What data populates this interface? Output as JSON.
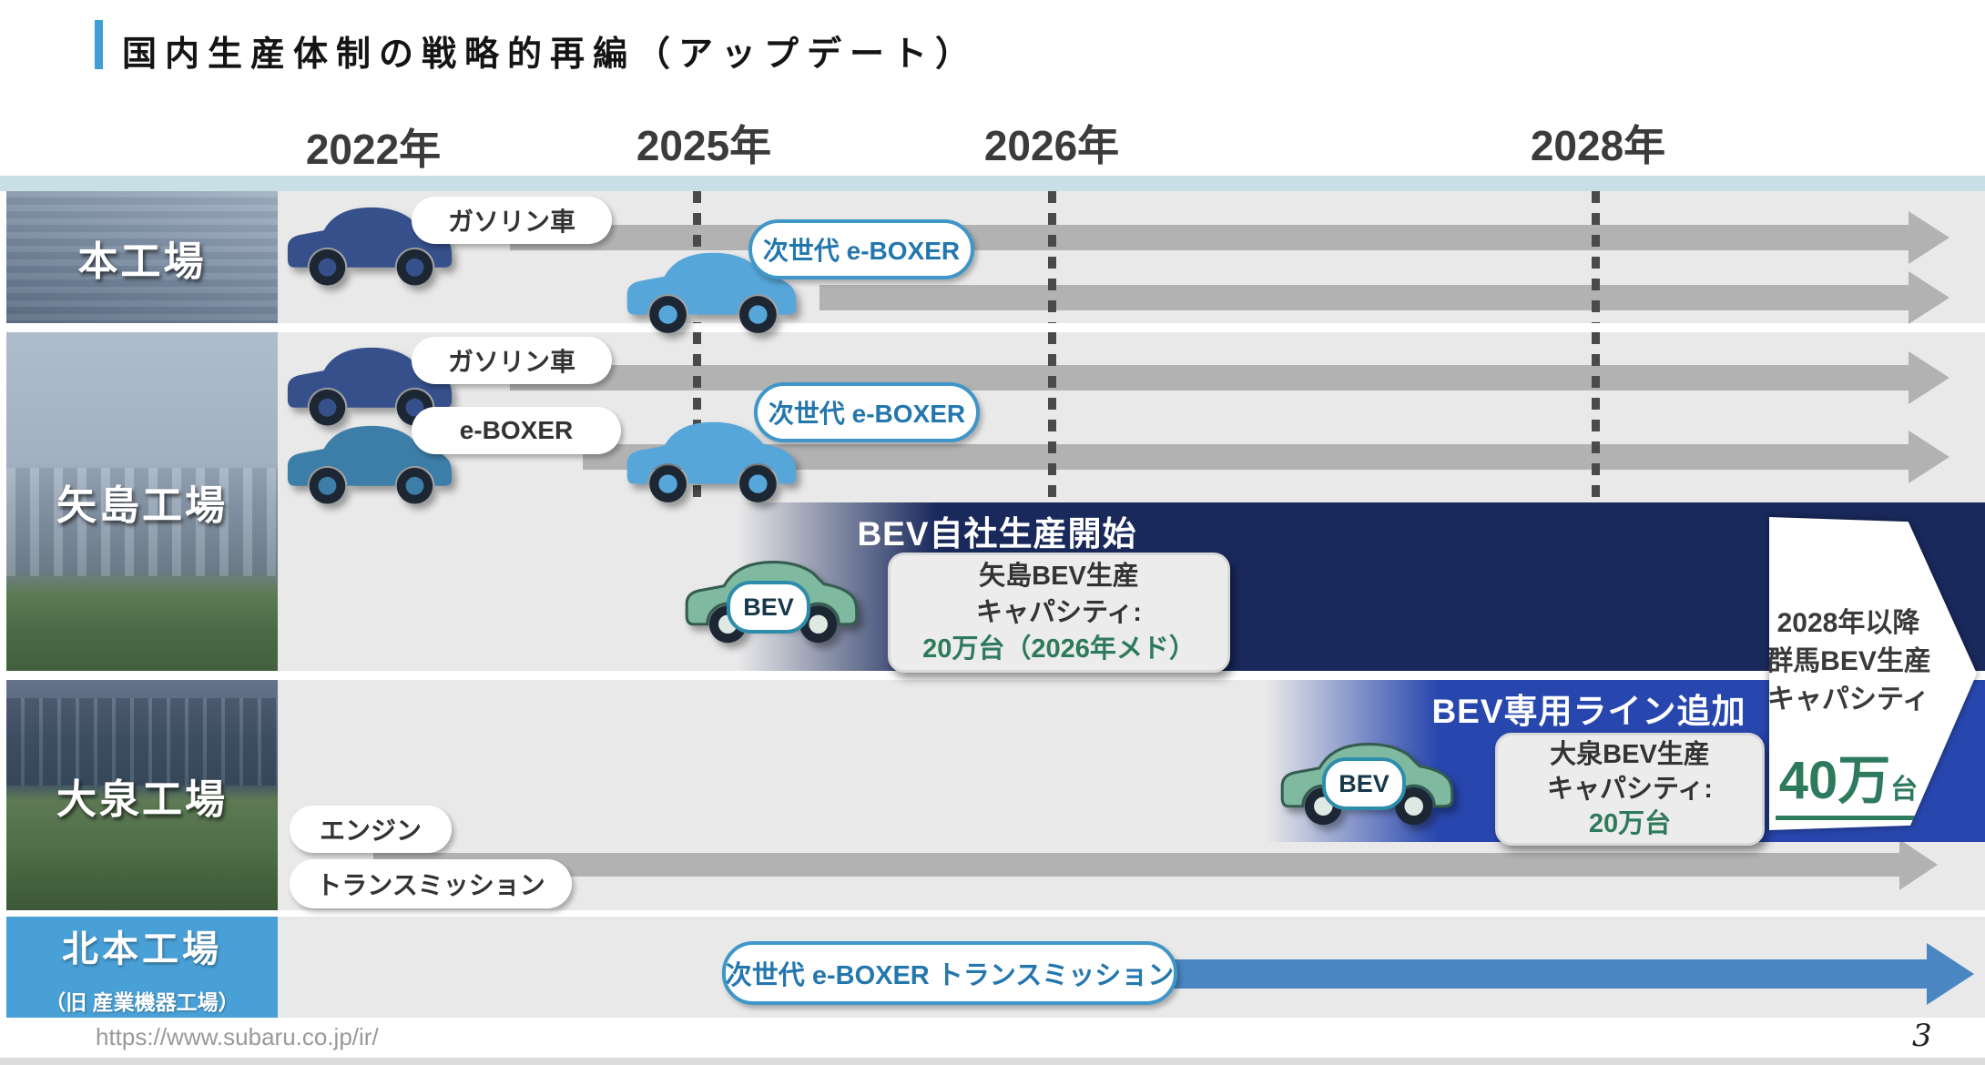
{
  "slide_title": "国内生産体制の戦略的再編（アップデート）",
  "timeline_years": [
    "2022年",
    "2025年",
    "2026年",
    "2028年"
  ],
  "plants": {
    "main": {
      "name": "本工場",
      "gasoline_label": "ガソリン車",
      "next_gen_label": "次世代 e-BOXER"
    },
    "yajima": {
      "name": "矢島工場",
      "gasoline_label": "ガソリン車",
      "eboxer_label": "e-BOXER",
      "next_gen_label": "次世代 e-BOXER",
      "bev": {
        "banner_title": "BEV自社生産開始",
        "car_badge": "BEV",
        "capacity_line1": "矢島BEV生産",
        "capacity_line2": "キャパシティ:",
        "capacity_value": "20万台（2026年メド）"
      }
    },
    "oizumi": {
      "name": "大泉工場",
      "engine_label": "エンジン",
      "transmission_label": "トランスミッション",
      "bev": {
        "banner_title": "BEV専用ライン追加",
        "car_badge": "BEV",
        "capacity_line1": "大泉BEV生産",
        "capacity_line2": "キャパシティ:",
        "capacity_value": "20万台"
      }
    },
    "kitamoto": {
      "name": "北本工場",
      "former_name": "（旧 産業機器工場）",
      "transmission_label": "次世代 e-BOXER トランスミッション"
    }
  },
  "capacity_callout": {
    "line1": "2028年以降",
    "line2": "群馬BEV生産",
    "line3": "キャパシティ",
    "value": "40万",
    "unit": "台"
  },
  "footer": {
    "url": "https://www.subaru.co.jp/ir/",
    "page_number": "3"
  },
  "colors": {
    "accent_blue": "#3e9fd4",
    "teal_strip": "#c8dfe5",
    "navy_banner": "#19295c",
    "blue_banner": "#2847ae",
    "green_text": "#2e7a5c",
    "pill_border_blue": "#3e96c9",
    "pill_text_blue": "#2477ad",
    "arrow_gray": "#b2b2b2",
    "arrow_blue": "#4a86c2",
    "kitamoto_blue": "#49a0d6",
    "car_navy": "#36508c",
    "car_lightblue": "#57a6da",
    "car_teal": "#3d7ea8",
    "car_green": "#7fbaa0"
  }
}
